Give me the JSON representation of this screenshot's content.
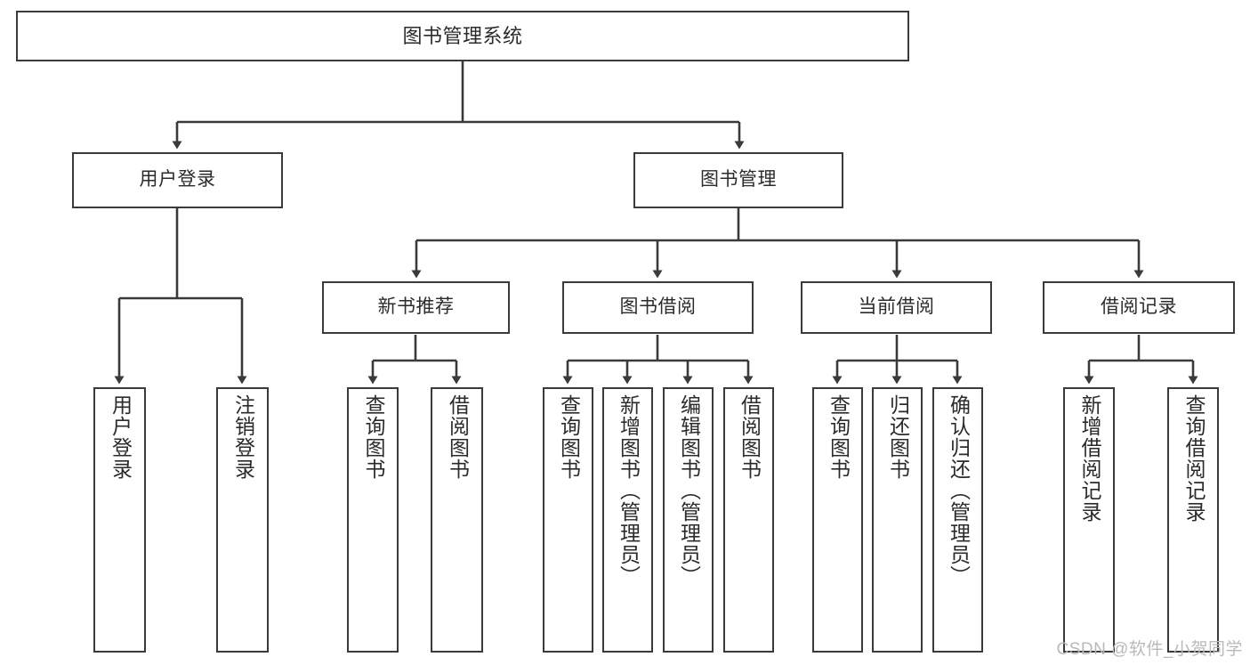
{
  "diagram": {
    "title": "图书管理系统",
    "type": "tree-hierarchy-chart",
    "watermark": "CSDN @软件_小贺同学",
    "colors": {
      "stroke": "#3a3a3a",
      "fill": "#ffffff",
      "text": "#2b2b2b",
      "watermark": "#b9b9b9"
    },
    "root": {
      "label": "图书管理系统"
    },
    "level1": [
      {
        "id": "user-login",
        "label": "用户登录"
      },
      {
        "id": "book-manage",
        "label": "图书管理"
      }
    ],
    "level2": [
      {
        "id": "new-book-recommend",
        "label": "新书推荐",
        "parent": "book-manage"
      },
      {
        "id": "book-borrow",
        "label": "图书借阅",
        "parent": "book-manage"
      },
      {
        "id": "current-borrow",
        "label": "当前借阅",
        "parent": "book-manage"
      },
      {
        "id": "borrow-record",
        "label": "借阅记录",
        "parent": "book-manage"
      }
    ],
    "leaves": {
      "user_login": [
        {
          "id": "leaf-user-login",
          "label": "用户登录"
        },
        {
          "id": "leaf-logout-login",
          "label": "注销登录"
        }
      ],
      "new_book_recommend": [
        {
          "id": "leaf-query-book-1",
          "label": "查询图书"
        },
        {
          "id": "leaf-borrow-book-1",
          "label": "借阅图书"
        }
      ],
      "book_borrow": [
        {
          "id": "leaf-query-book-2",
          "label": "查询图书"
        },
        {
          "id": "leaf-add-book",
          "label": "新增图书（管理员）"
        },
        {
          "id": "leaf-edit-book",
          "label": "编辑图书（管理员）"
        },
        {
          "id": "leaf-borrow-book-2",
          "label": "借阅图书"
        }
      ],
      "current_borrow": [
        {
          "id": "leaf-query-book-3",
          "label": "查询图书"
        },
        {
          "id": "leaf-return-book",
          "label": "归还图书"
        },
        {
          "id": "leaf-confirm-return",
          "label": "确认归还（管理员）"
        }
      ],
      "borrow_record": [
        {
          "id": "leaf-add-record",
          "label": "新增借阅记录"
        },
        {
          "id": "leaf-query-record",
          "label": "查询借阅记录"
        }
      ]
    }
  }
}
